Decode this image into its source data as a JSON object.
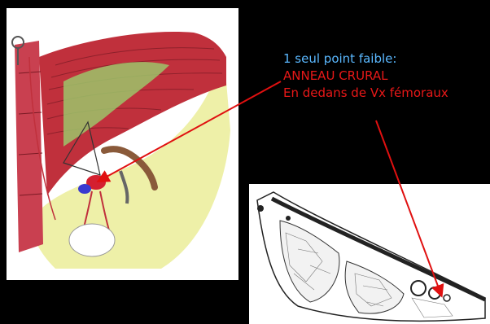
{
  "caption": {
    "line1": "1 seul point faible:",
    "line2": "ANNEAU CRURAL",
    "line3": "En dedans de Vx fémoraux"
  },
  "colors": {
    "background": "#000000",
    "caption_blue": "#5ab8ff",
    "caption_red": "#e81818",
    "muscle": "#c0303c",
    "fascia": "#eef0a8",
    "ligament": "#9cc46a",
    "arrow": "#e01010"
  }
}
